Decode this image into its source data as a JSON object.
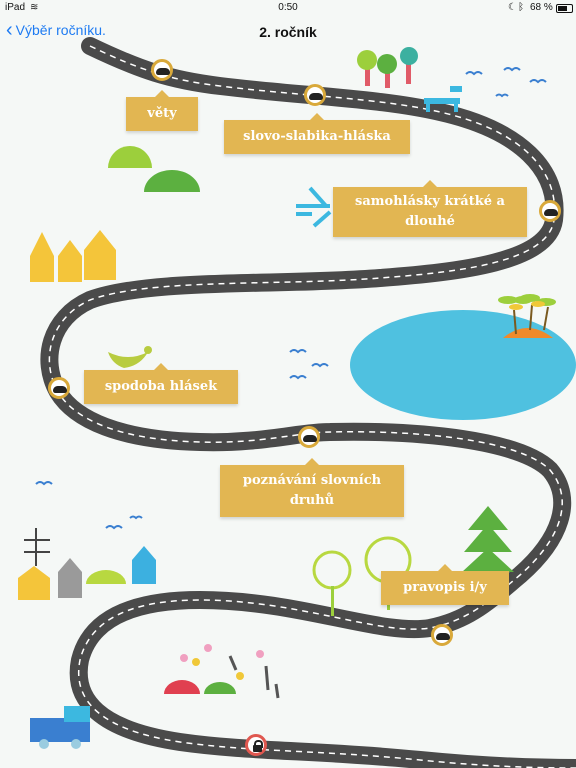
{
  "status_bar": {
    "device": "iPad",
    "time": "0:50",
    "battery": "68 %"
  },
  "nav": {
    "back_label": "Výběr ročníku.",
    "title": "2. ročník"
  },
  "lessons": [
    {
      "label": "věty"
    },
    {
      "label": "slovo-slabika-hláska"
    },
    {
      "label": "samohlásky krátké a dlouhé"
    },
    {
      "label": "spodoba hlásek"
    },
    {
      "label": "poznávání slovních druhů"
    },
    {
      "label": "pravopis i/y"
    }
  ],
  "colors": {
    "label_bg": "#e2b652",
    "road": "#4a4a4a",
    "lake": "#4fc1e0",
    "nav_link": "#1e7bf2",
    "lock_ring": "#e05850"
  }
}
